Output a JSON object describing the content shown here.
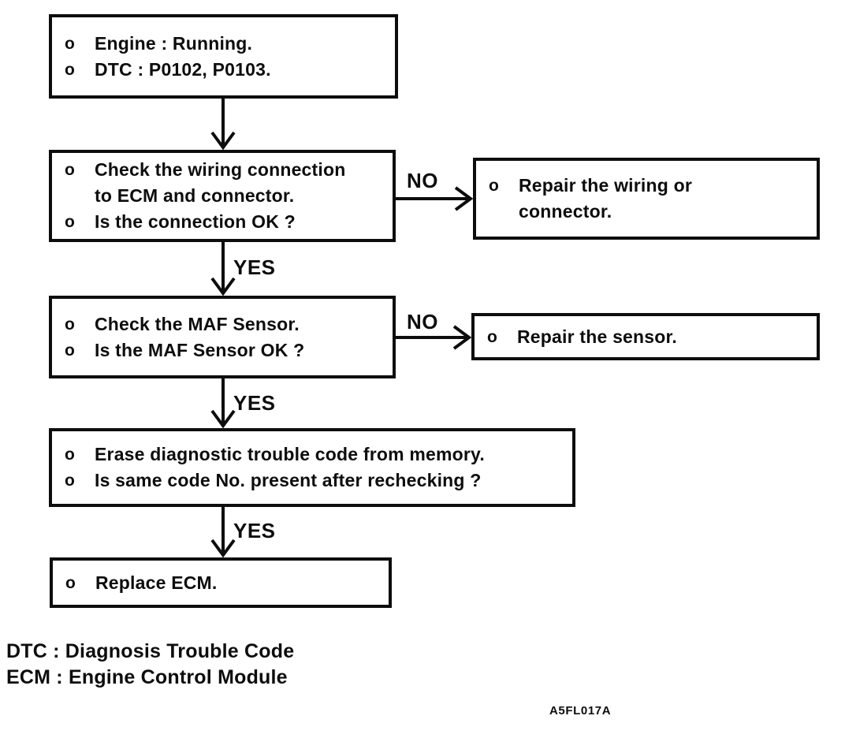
{
  "flowchart": {
    "bullet": "o",
    "labels": {
      "yes": "YES",
      "no": "NO"
    },
    "boxes": {
      "start": {
        "items": [
          "Engine : Running.",
          "DTC : P0102, P0103."
        ]
      },
      "check_wiring": {
        "items": [
          "Check the wiring connection\nto ECM and connector.",
          "Is the connection OK ?"
        ]
      },
      "repair_wiring": {
        "items": [
          "Repair the wiring or\nconnector."
        ]
      },
      "check_maf": {
        "items": [
          "Check the MAF Sensor.",
          "Is the MAF Sensor OK ?"
        ]
      },
      "repair_sensor": {
        "items": [
          "Repair the sensor."
        ]
      },
      "erase_dtc": {
        "items": [
          "Erase diagnostic trouble code from memory.",
          "Is same code No. present after rechecking ?"
        ]
      },
      "replace_ecm": {
        "items": [
          "Replace ECM."
        ]
      }
    },
    "legend": {
      "line1": "DTC : Diagnosis Trouble Code",
      "line2": "ECM : Engine Control Module"
    },
    "figure_code": "A5FL017A",
    "ink_color": "#0d0d0d",
    "background_color": "#ffffff"
  }
}
